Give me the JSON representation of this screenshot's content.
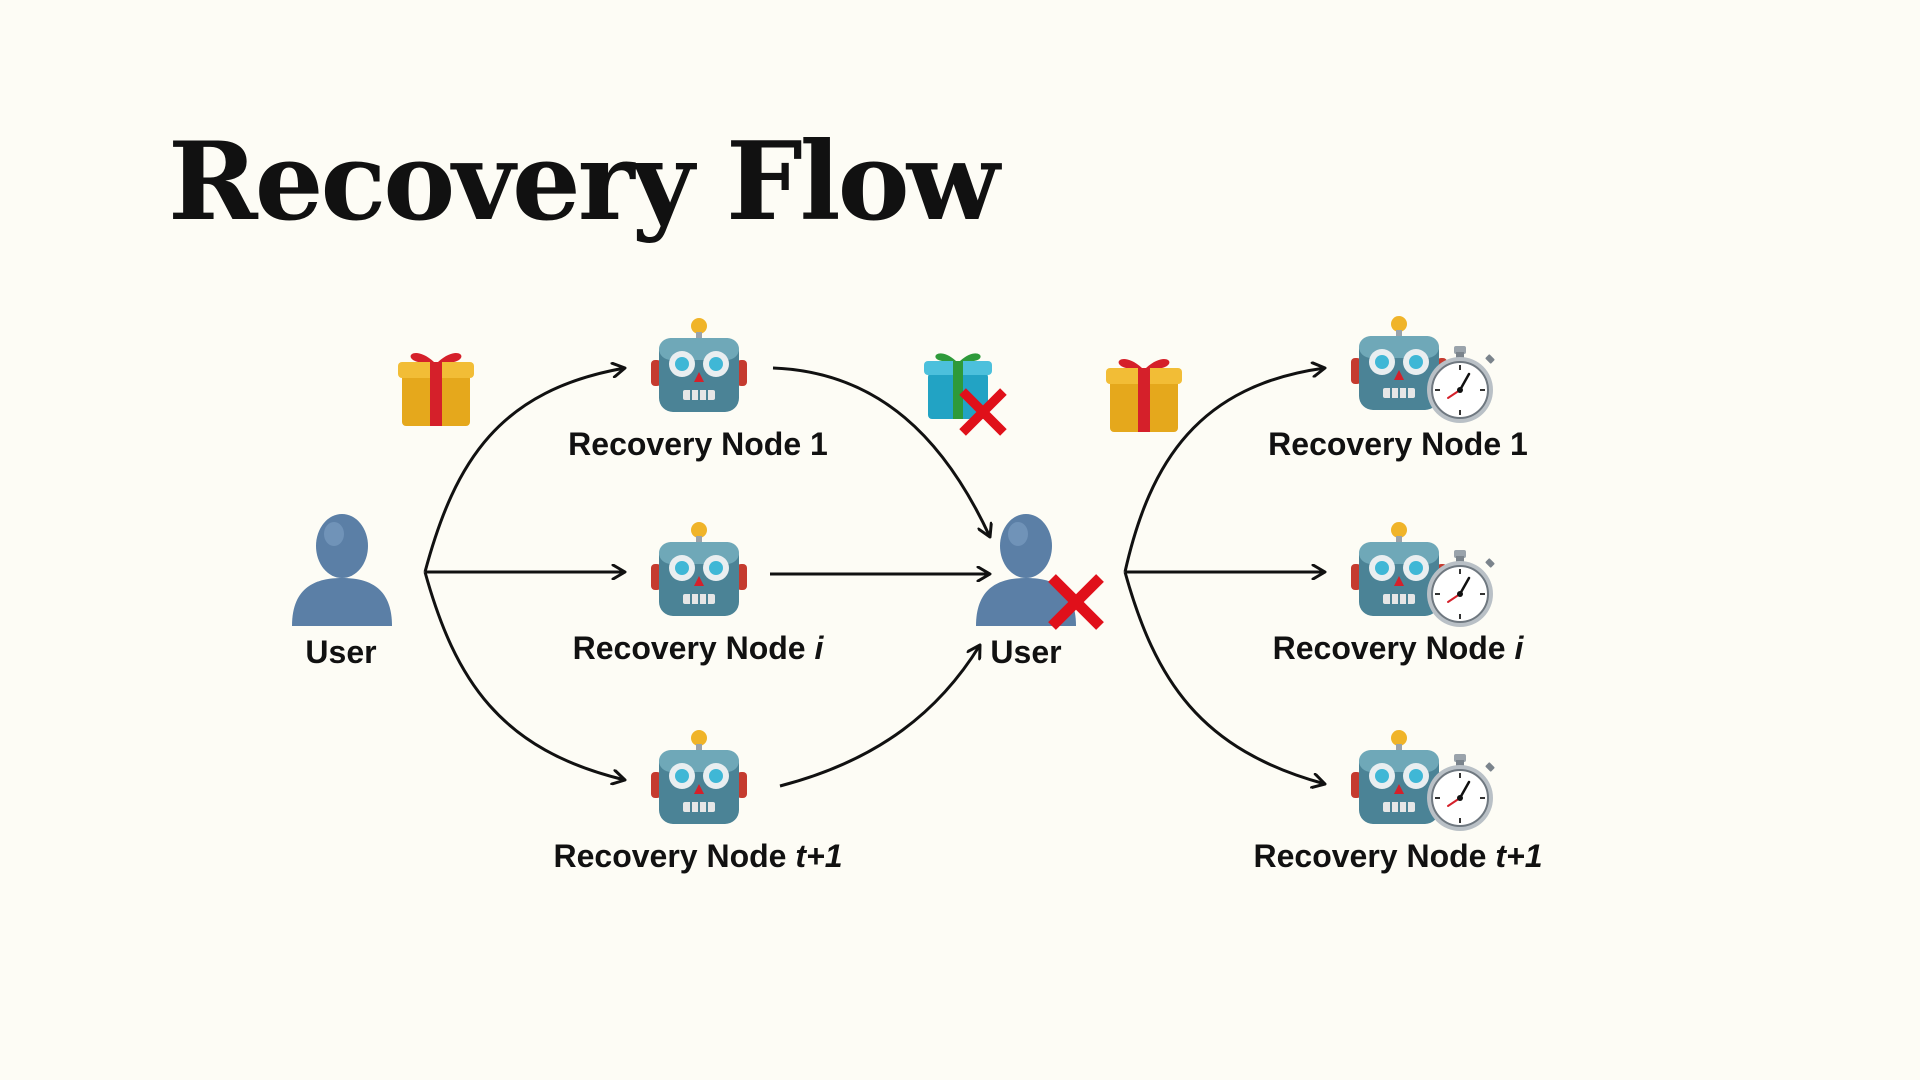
{
  "slide": {
    "title": "Recovery Flow"
  },
  "nodes": {
    "user_left": {
      "label": "User"
    },
    "user_center": {
      "label": "User"
    },
    "left_column": [
      {
        "label_main": "Recovery Node ",
        "label_var": "1"
      },
      {
        "label_main": "Recovery Node ",
        "label_var": "i"
      },
      {
        "label_main": "Recovery Node ",
        "label_var": "t+1"
      }
    ],
    "right_column": [
      {
        "label_main": "Recovery Node ",
        "label_var": "1"
      },
      {
        "label_main": "Recovery Node ",
        "label_var": "i"
      },
      {
        "label_main": "Recovery Node ",
        "label_var": "t+1"
      }
    ]
  },
  "icons": {
    "user": "user-silhouette-icon",
    "robot": "robot-face-icon",
    "gift": "wrapped-gift-icon",
    "gift_invalid": "wrapped-gift-crossed-icon",
    "stopwatch": "stopwatch-icon",
    "cross": "red-cross-icon"
  },
  "colors": {
    "background": "#fdfcf5",
    "text": "#111111",
    "arrow": "#111111",
    "cross": "#e0101a",
    "user": "#5b7fa6",
    "robot": "#4b8396",
    "gift_yellow": "#e5a81c",
    "gift_ribbon_red": "#d5202a",
    "gift_teal": "#22a3c4",
    "gift_ribbon_green": "#2e9a3a"
  }
}
